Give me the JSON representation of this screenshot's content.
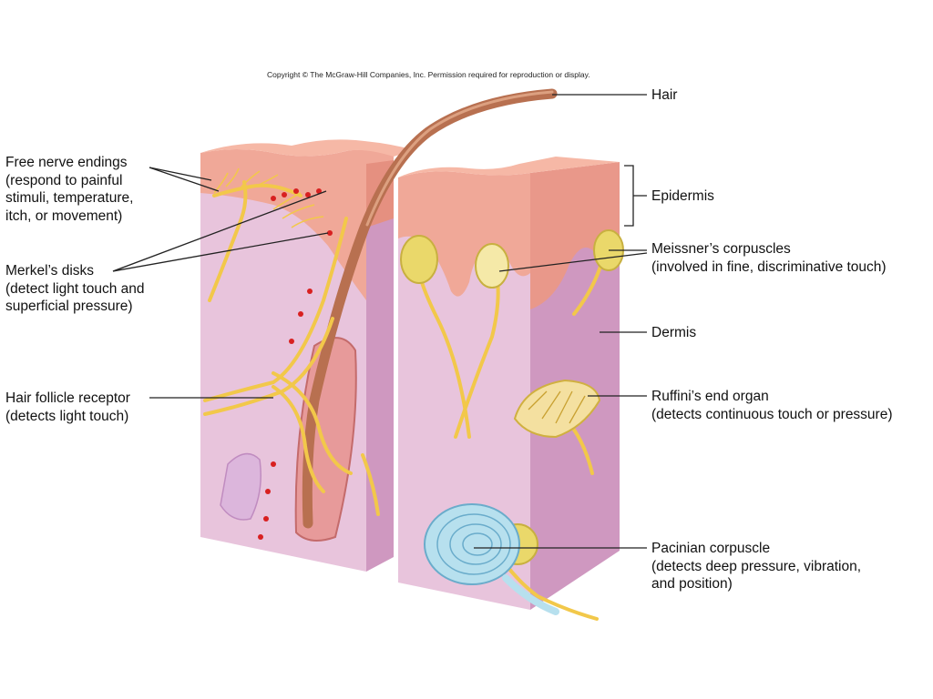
{
  "copyright": "Copyright © The McGraw-Hill Companies, Inc. Permission required for reproduction or display.",
  "labels": {
    "hair": "Hair",
    "epidermis": "Epidermis",
    "dermis": "Dermis",
    "free_nerve": {
      "line1": "Free nerve endings",
      "line2": "(respond to painful",
      "line3": "stimuli, temperature,",
      "line4": "itch, or movement)"
    },
    "merkel": {
      "line1": "Merkel’s disks",
      "line2": "(detect light touch and",
      "line3": "superficial pressure)"
    },
    "hair_follicle": {
      "line1": "Hair follicle receptor",
      "line2": "(detects light touch)"
    },
    "meissner": {
      "line1": "Meissner’s corpuscles",
      "line2": "(involved in fine, discriminative touch)"
    },
    "ruffini": {
      "line1": "Ruffini’s end organ",
      "line2": "(detects continuous touch or pressure)"
    },
    "pacinian": {
      "line1": "Pacinian corpuscle",
      "line2": "(detects deep pressure, vibration,",
      "line3": "and position)"
    }
  },
  "colors": {
    "epidermis": "#f0a898",
    "epidermis_top": "#f6b8a6",
    "dermis_front": "#e8c4dc",
    "dermis_side": "#cf98c0",
    "nerve": "#f2c84a",
    "hair": "#c07a5a",
    "pacinian": "#a8d8e8",
    "merkel": "#d82020"
  }
}
